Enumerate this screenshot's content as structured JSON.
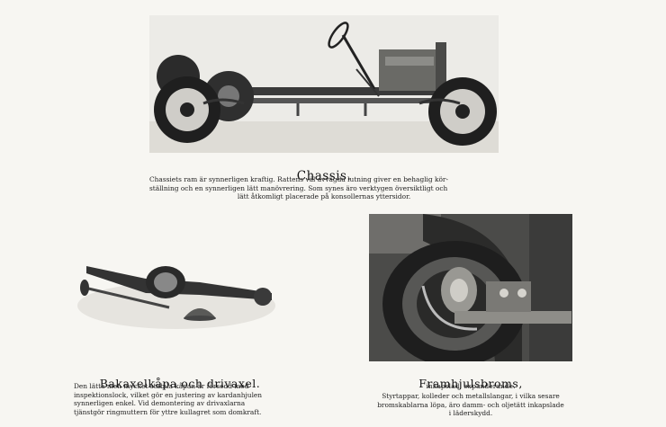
{
  "chassis": {
    "title": "Chassis.",
    "caption_lines": [
      "Chassiets ram är synnerligen kraftig. Rattens väl avvägda lutning giver en behaglig kör-",
      "ställning och en synnerligen lätt manövrering. Som synes äro verktygen översiktligt och",
      "lätt åtkomligt placerade på konsollernas yttersidor."
    ]
  },
  "axle": {
    "title": "Bakaxelkåpa och drivaxel.",
    "caption_lines": [
      "Den lätta men mycket stabila kåpan är försedd med",
      "inspektionslock, vilket gör en justering av kardanhjulen",
      "synnerligen enkel. Vid demontering av drivaxlarna",
      "tjänstgör ringmuttern för yttre kullagret som domkraft."
    ]
  },
  "brake": {
    "title": "Framhjulsbroms,",
    "subtitle": "inkapslad, expanderande.",
    "caption_lines": [
      "Styrtappar, kolleder och metallslangar, i vilka sesare",
      "bromskablarna löpa, äro damm- och oljetätt inkapslade",
      "i läderskydd."
    ]
  }
}
